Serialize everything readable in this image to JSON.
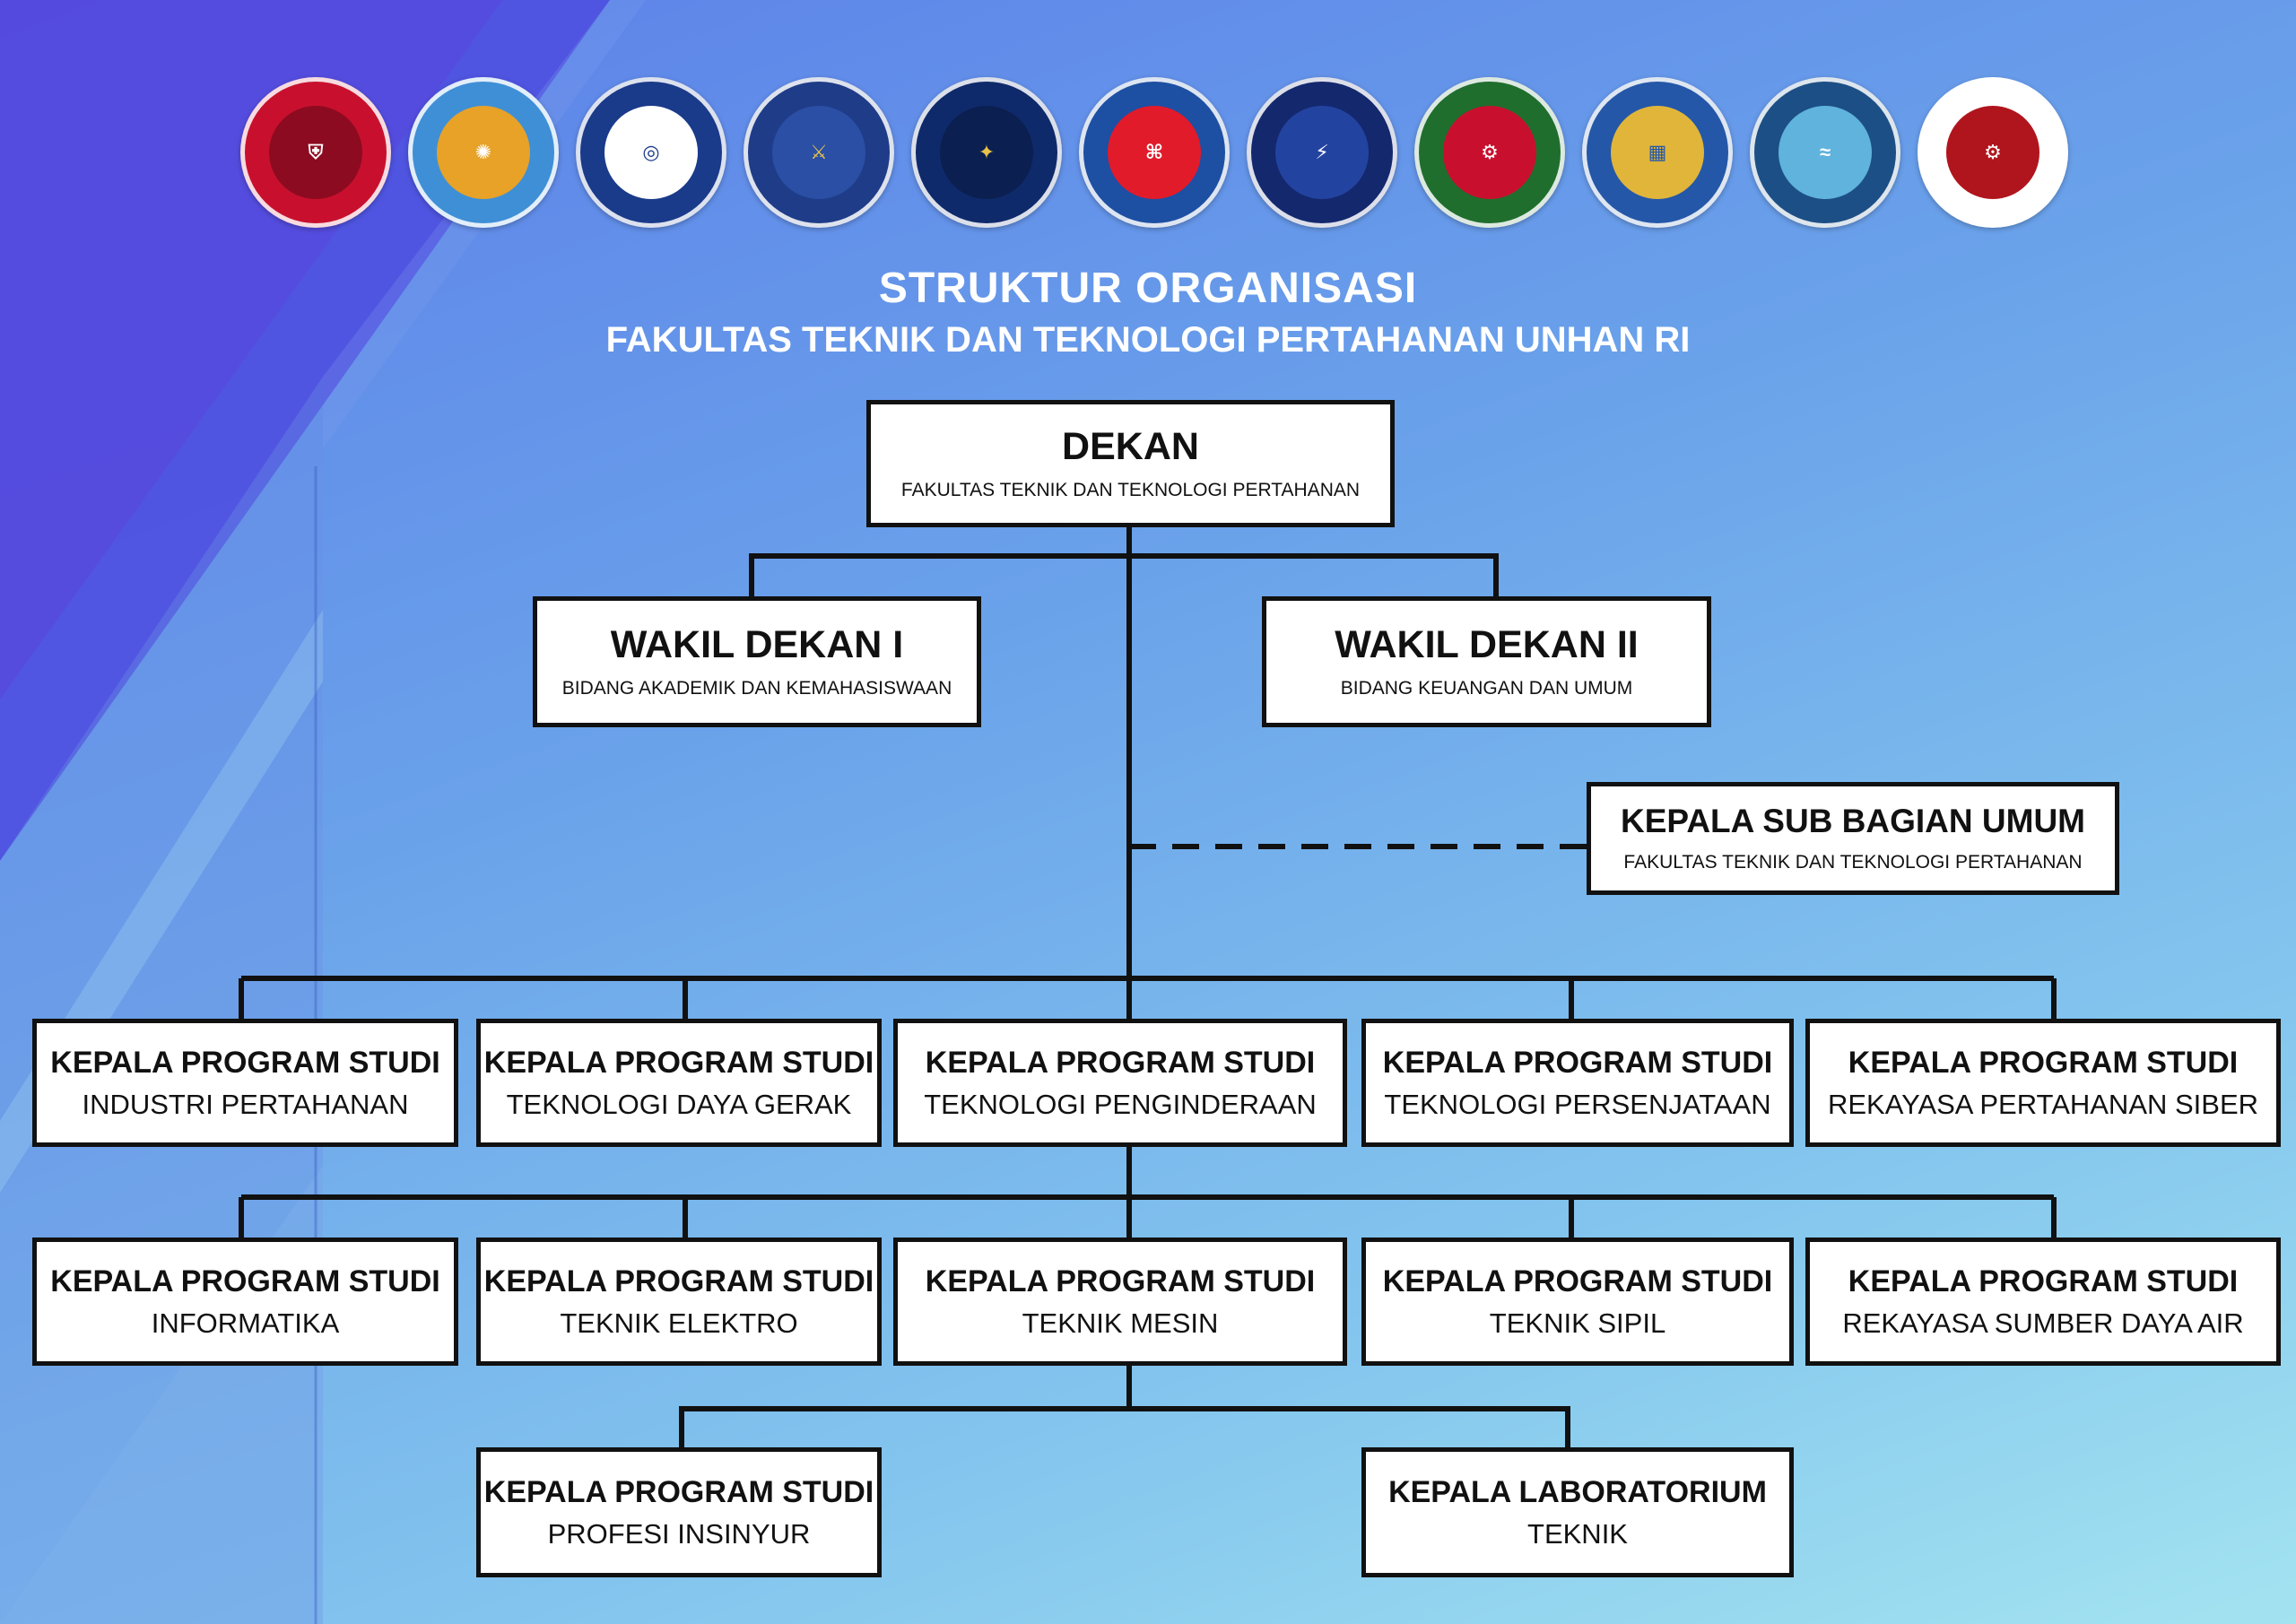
{
  "header": {
    "title": "STRUKTUR ORGANISASI",
    "subtitle": "FAKULTAS TEKNIK DAN TEKNOLOGI PERTAHANAN UNHAN RI"
  },
  "logos": [
    {
      "icon": "defense-industry-logo-icon",
      "color": "#c8102e"
    },
    {
      "icon": "propulsion-technology-logo-icon",
      "color": "#3f8fd6"
    },
    {
      "icon": "sensing-technology-logo-icon",
      "color": "#1a3a8a"
    },
    {
      "icon": "weaponry-technology-logo-icon",
      "color": "#1f3c88"
    },
    {
      "icon": "cyber-defense-engineering-logo-icon",
      "color": "#0f2a6b"
    },
    {
      "icon": "informatics-logo-icon",
      "color": "#1d4fa3"
    },
    {
      "icon": "military-electrical-engineering-logo-icon",
      "color": "#14286e"
    },
    {
      "icon": "mechanical-engineering-logo-icon",
      "color": "#1f6e2e"
    },
    {
      "icon": "civil-engineering-logo-icon",
      "color": "#2457a8"
    },
    {
      "icon": "water-resources-engineering-logo-icon",
      "color": "#1c4f85"
    },
    {
      "icon": "engineer-profession-logo-icon",
      "color": "#b0151d"
    }
  ],
  "org": {
    "dekan": {
      "title": "DEKAN",
      "sub": "FAKULTAS TEKNIK DAN TEKNOLOGI PERTAHANAN"
    },
    "wadek1": {
      "title": "WAKIL DEKAN I",
      "sub": "BIDANG AKADEMIK DAN KEMAHASISWAAN"
    },
    "wadek2": {
      "title": "WAKIL DEKAN II",
      "sub": "BIDANG KEUANGAN DAN UMUM"
    },
    "kasubag": {
      "title": "KEPALA SUB BAGIAN UMUM",
      "sub": "FAKULTAS TEKNIK DAN TEKNOLOGI PERTAHANAN"
    },
    "prodi_row1": [
      {
        "title": "KEPALA PROGRAM STUDI",
        "sub": "INDUSTRI PERTAHANAN"
      },
      {
        "title": "KEPALA PROGRAM STUDI",
        "sub": "TEKNOLOGI DAYA GERAK"
      },
      {
        "title": "KEPALA PROGRAM STUDI",
        "sub": "TEKNOLOGI PENGINDERAAN"
      },
      {
        "title": "KEPALA PROGRAM STUDI",
        "sub": "TEKNOLOGI PERSENJATAAN"
      },
      {
        "title": "KEPALA PROGRAM STUDI",
        "sub": "REKAYASA PERTAHANAN SIBER"
      }
    ],
    "prodi_row2": [
      {
        "title": "KEPALA PROGRAM STUDI",
        "sub": "INFORMATIKA"
      },
      {
        "title": "KEPALA PROGRAM STUDI",
        "sub": "TEKNIK ELEKTRO"
      },
      {
        "title": "KEPALA PROGRAM STUDI",
        "sub": "TEKNIK MESIN"
      },
      {
        "title": "KEPALA PROGRAM STUDI",
        "sub": "TEKNIK SIPIL"
      },
      {
        "title": "KEPALA PROGRAM STUDI",
        "sub": "REKAYASA SUMBER DAYA AIR"
      }
    ],
    "row3": [
      {
        "title": "KEPALA PROGRAM STUDI",
        "sub": "PROFESI INSINYUR"
      },
      {
        "title": "KEPALA LABORATORIUM",
        "sub": "TEKNIK"
      }
    ]
  }
}
